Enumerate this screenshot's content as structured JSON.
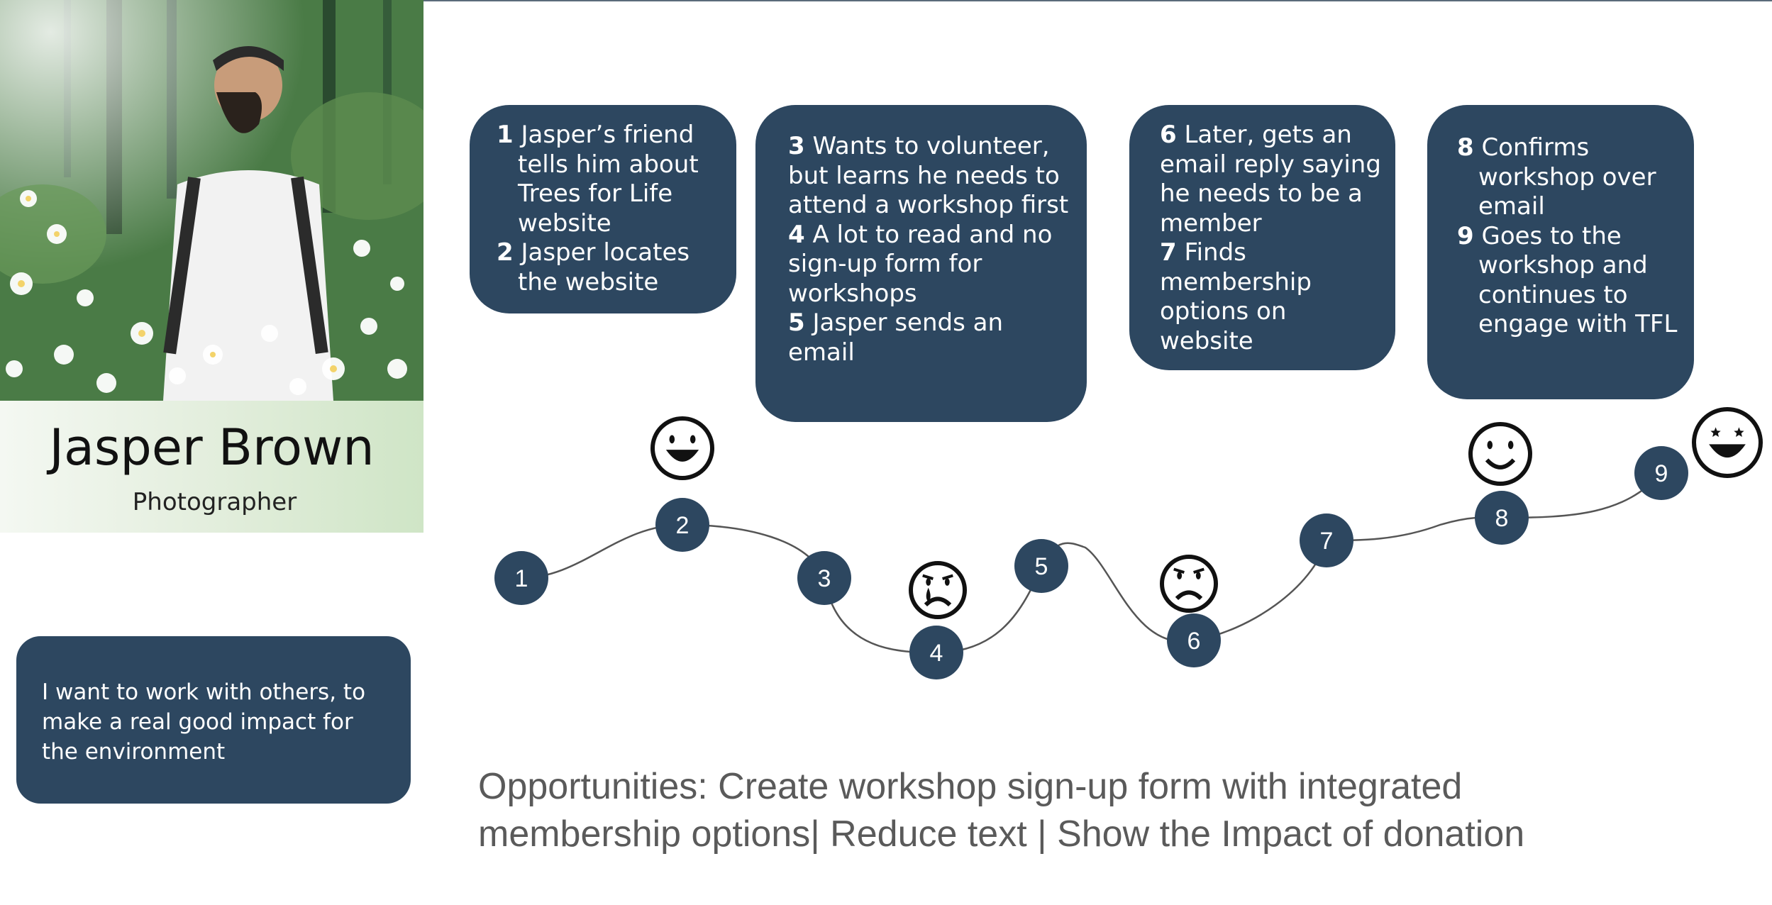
{
  "persona": {
    "name": "Jasper Brown",
    "role": "Photographer",
    "quote": "I want to work with others, to make a real good impact for the environment"
  },
  "cards": [
    {
      "steps": [
        {
          "num": "1",
          "text": "Jasper’s friend tells him about Trees for Life website"
        },
        {
          "num": "2",
          "text": "Jasper locates the website"
        }
      ]
    },
    {
      "steps": [
        {
          "num": "3",
          "text": "Wants to volunteer, but learns he needs to attend a workshop first"
        },
        {
          "num": "4",
          "text": "A lot to read and no sign-up form for workshops"
        },
        {
          "num": "5",
          "text": "Jasper sends an email"
        }
      ]
    },
    {
      "steps": [
        {
          "num": "6",
          "text": "Later, gets an email reply saying he needs to be a member"
        },
        {
          "num": "7",
          "text": "Finds membership options on website"
        }
      ]
    },
    {
      "steps": [
        {
          "num": "8",
          "text": "Confirms workshop over email"
        },
        {
          "num": "9",
          "text": "Goes to the workshop and continues to engage with TFL"
        }
      ]
    }
  ],
  "journey": {
    "node_labels": [
      "1",
      "2",
      "3",
      "4",
      "5",
      "6",
      "7",
      "8",
      "9"
    ],
    "node_color": "#2d4760",
    "emotions": [
      {
        "at_step": "2",
        "icon": "grinning-face-icon"
      },
      {
        "at_step": "4",
        "icon": "crying-face-icon"
      },
      {
        "at_step": "6",
        "icon": "sad-face-icon"
      },
      {
        "at_step": "8",
        "icon": "smiling-face-icon"
      },
      {
        "at_step": "9",
        "icon": "star-eyes-face-icon"
      }
    ]
  },
  "opportunities": "Opportunities: Create workshop sign-up form with integrated membership options| Reduce text | Show the Impact of donation"
}
